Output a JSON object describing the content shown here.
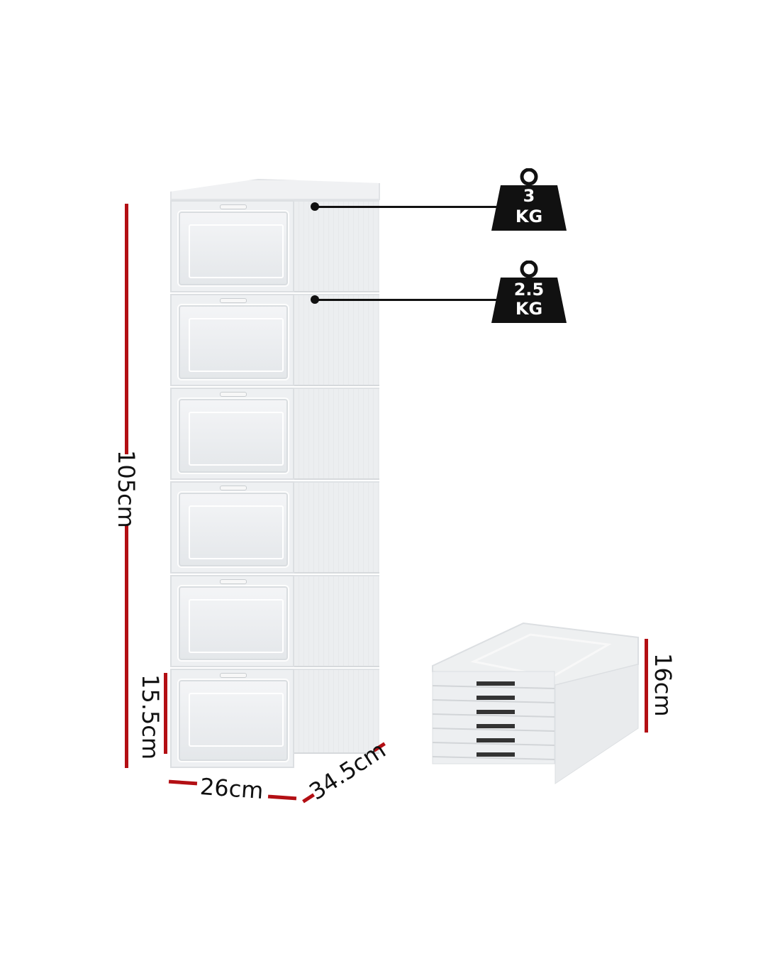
{
  "dimensions": {
    "height_total": "105cm",
    "drawer_height": "15.5cm",
    "width": "26cm",
    "depth": "34.5cm",
    "folded_height": "16cm"
  },
  "load_capacity": [
    {
      "value": "3",
      "unit": "KG",
      "icon": "weight-icon"
    },
    {
      "value": "2.5",
      "unit": "KG",
      "icon": "weight-icon"
    }
  ],
  "product": {
    "drawer_count": 6,
    "folded_layers": 6
  },
  "colors": {
    "dimension_line": "#b30f14",
    "weight_icon": "#111111",
    "product": "#eceef0"
  }
}
